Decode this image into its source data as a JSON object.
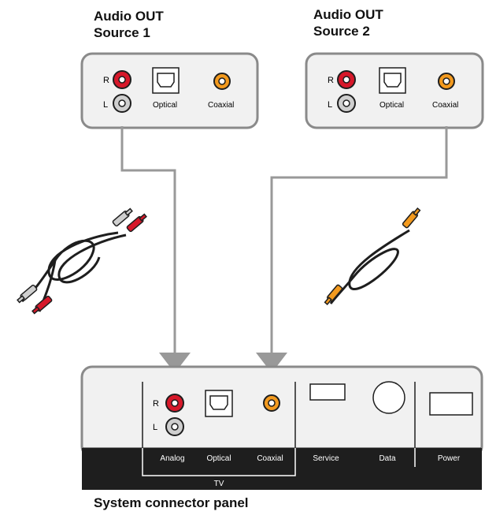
{
  "source1": {
    "title_line1": "Audio OUT",
    "title_line2": "Source 1",
    "r_label": "R",
    "l_label": "L",
    "optical_label": "Optical",
    "coaxial_label": "Coaxial"
  },
  "source2": {
    "title_line1": "Audio OUT",
    "title_line2": "Source 2",
    "r_label": "R",
    "l_label": "L",
    "optical_label": "Optical",
    "coaxial_label": "Coaxial"
  },
  "panel": {
    "title": "System connector panel",
    "r_label": "R",
    "l_label": "L",
    "labels": {
      "analog": "Analog",
      "optical": "Optical",
      "coaxial": "Coaxial",
      "service": "Service",
      "data": "Data",
      "power": "Power",
      "tv": "TV"
    }
  },
  "colors": {
    "red_jack": "#d7182a",
    "white_jack": "#cfcfcf",
    "orange_jack": "#f39a1e",
    "box_fill": "#f1f1f1",
    "box_stroke": "#8a8a8a",
    "arrow": "#999999",
    "label_bar": "#1e1e1e"
  },
  "icons": {
    "analog_cable": "rca-stereo-cable-icon",
    "coaxial_cable": "rca-coaxial-cable-icon"
  }
}
